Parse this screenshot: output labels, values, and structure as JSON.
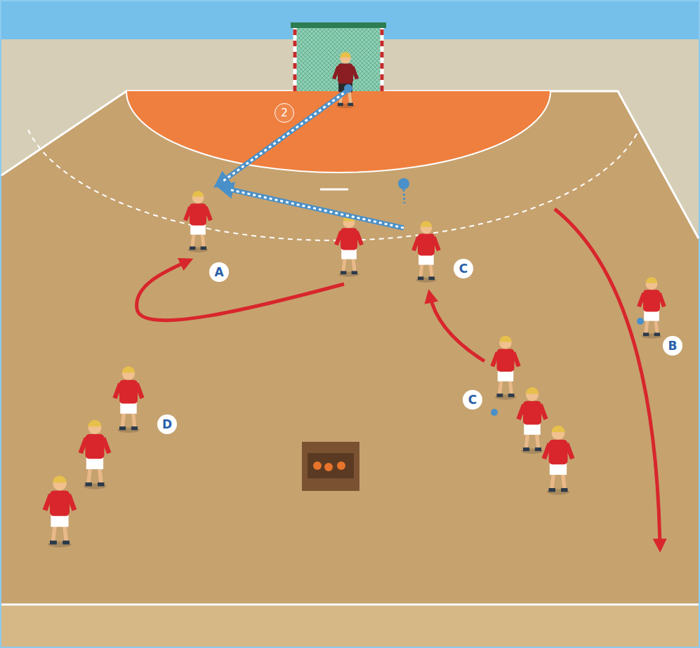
{
  "diagram": {
    "labels": [
      "2",
      "A",
      "C",
      "B",
      "C",
      "D"
    ]
  }
}
